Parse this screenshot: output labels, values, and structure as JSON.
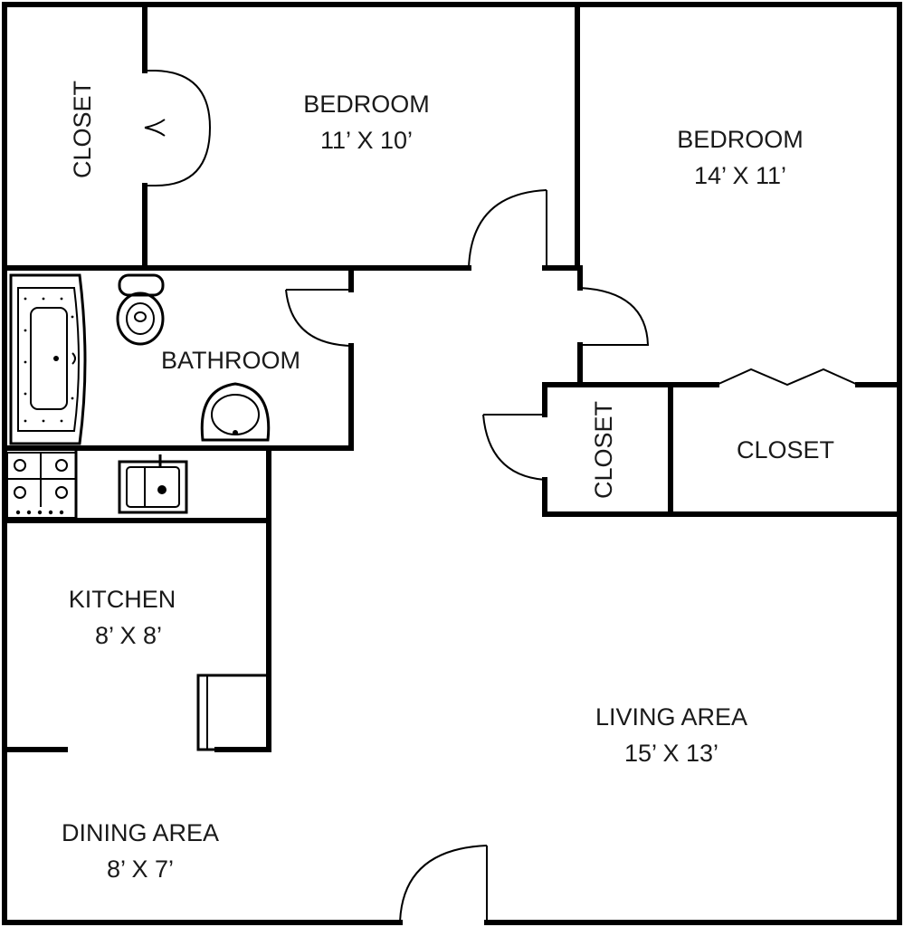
{
  "rooms": {
    "bedroom_1": {
      "name": "BEDROOM",
      "size": "11’ X 10’"
    },
    "bedroom_2": {
      "name": "BEDROOM",
      "size": "14’ X 11’"
    },
    "bathroom": {
      "name": "BATHROOM"
    },
    "kitchen": {
      "name": "KITCHEN",
      "size": "8’ X 8’"
    },
    "living": {
      "name": "LIVING AREA",
      "size": "15’ X 13’"
    },
    "dining": {
      "name": "DINING AREA",
      "size": "8’ X 7’"
    },
    "closet_top_left": {
      "name": "CLOSET"
    },
    "closet_hall": {
      "name": "CLOSET"
    },
    "closet_right": {
      "name": "CLOSET"
    }
  },
  "colors": {
    "line": "#000000",
    "background": "#ffffff"
  }
}
